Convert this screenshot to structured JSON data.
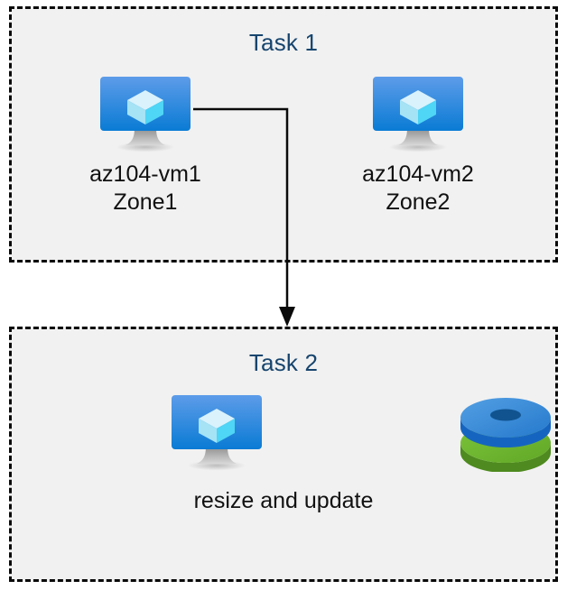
{
  "diagram": {
    "title": "Azure VM tasks diagram",
    "background_color": "#ffffff",
    "box_fill_color": "#f1f1f1",
    "box_border_color": "#0a0a0a",
    "title_color": "#17456e",
    "label_color": "#111111"
  },
  "task1": {
    "title": "Task 1",
    "nodes": [
      {
        "icon": "virtual-machine-icon",
        "label_line1": "az104-vm1",
        "label_line2": "Zone1"
      },
      {
        "icon": "virtual-machine-icon",
        "label_line1": "az104-vm2",
        "label_line2": "Zone2"
      }
    ]
  },
  "task2": {
    "title": "Task 2",
    "icons": [
      "virtual-machine-icon",
      "managed-disks-icon"
    ],
    "caption": "resize and update"
  },
  "connector": {
    "from": "az104-vm1",
    "to": "Task 2",
    "style": "elbow-arrow",
    "color": "#0a0a0a"
  },
  "colors": {
    "vm_screen_top": "#5a9ae8",
    "vm_screen_bottom": "#0a7bd4",
    "vm_cube_top": "#d9f2fb",
    "vm_cube_left": "#aee8f7",
    "vm_cube_right": "#4fd5f5",
    "vm_stand": "#9a9a9a",
    "disk_blue_top": "#3d8bd8",
    "disk_blue_edge": "#1565c0",
    "disk_blue_hole": "#135b9e",
    "disk_green_top": "#6fb92e",
    "disk_green_edge": "#538e22",
    "disk_green_hole": "#5aa024"
  }
}
